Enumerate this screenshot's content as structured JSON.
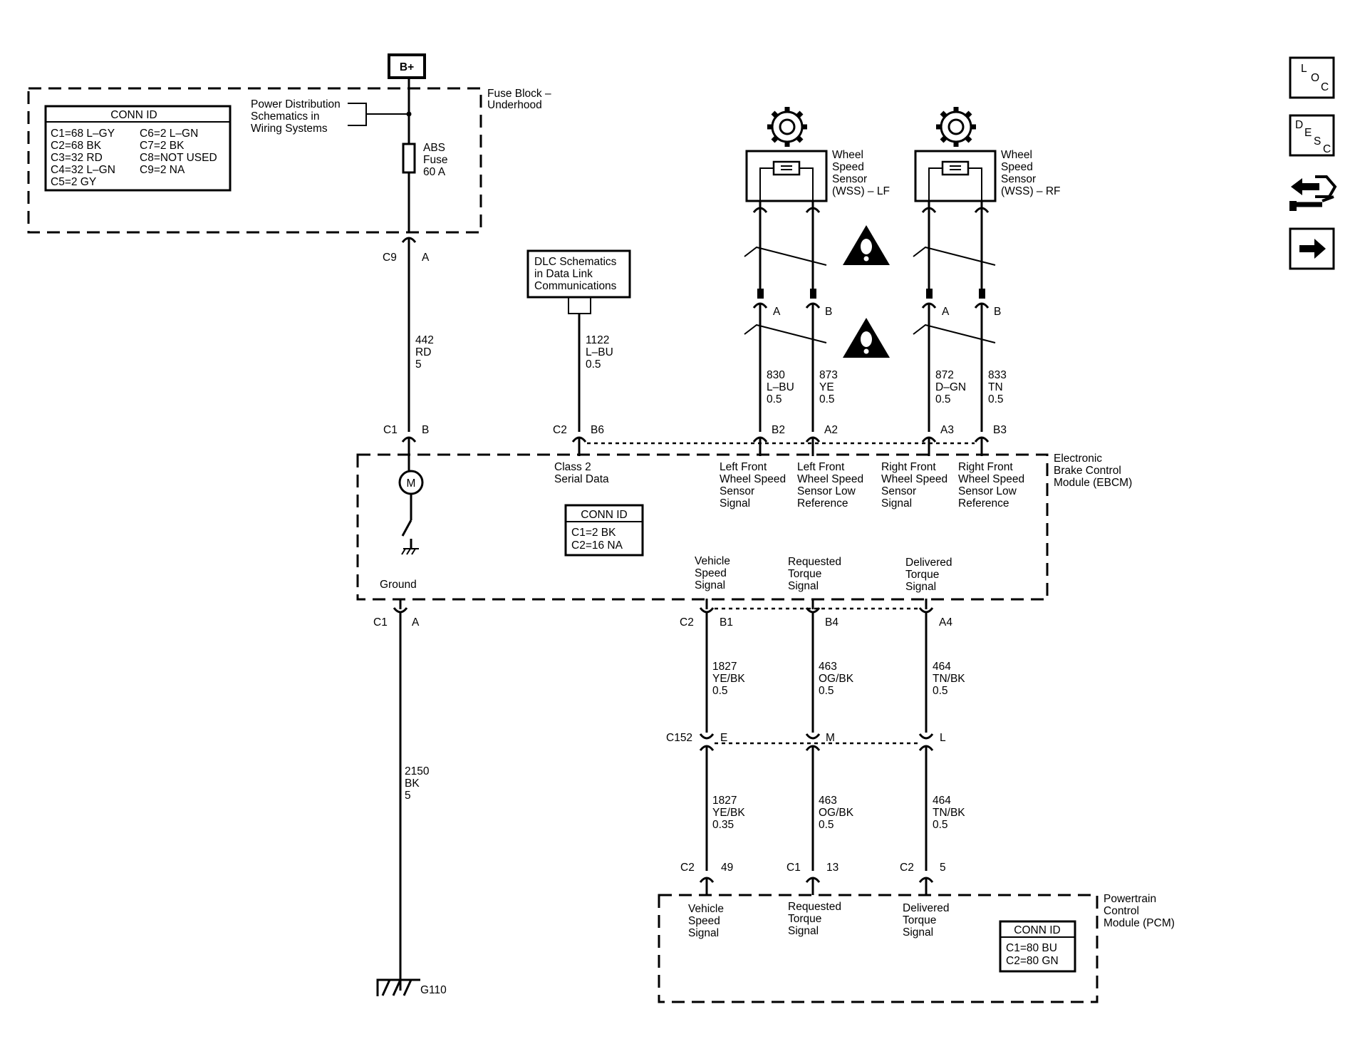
{
  "power": {
    "bplus": "B+"
  },
  "fuse_block": {
    "name_1": "Fuse Block –",
    "name_2": "Underhood",
    "conn_title": "CONN ID",
    "conn_left": [
      "C1=68 L–GY",
      "C2=68 BK",
      "C3=32 RD",
      "C4=32 L–GN",
      "C5=2 GY"
    ],
    "conn_right": [
      "C6=2 L–GN",
      "C7=2 BK",
      "C8=NOT USED",
      "C9=2 NA"
    ],
    "pd_ref": [
      "Power Distribution",
      "Schematics in",
      "Wiring Systems"
    ],
    "fuse_label": [
      "ABS",
      "Fuse",
      "60 A"
    ],
    "conn": "C9",
    "pin": "A"
  },
  "wire_442": [
    "442",
    "RD",
    "5"
  ],
  "dlc": {
    "ref": [
      "DLC Schematics",
      "in Data Link",
      "Communications"
    ],
    "wire": [
      "1122",
      "L–BU",
      "0.5"
    ]
  },
  "wss_lf": {
    "label": [
      "Wheel",
      "Speed",
      "Sensor",
      "(WSS) – LF"
    ],
    "pin_a": "A",
    "pin_b": "B"
  },
  "wss_rf": {
    "label": [
      "Wheel",
      "Speed",
      "Sensor",
      "(WSS) – RF"
    ],
    "pin_a": "A",
    "pin_b": "B"
  },
  "sensor_wires": [
    [
      "830",
      "L–BU",
      "0.5"
    ],
    [
      "873",
      "YE",
      "0.5"
    ],
    [
      "872",
      "D–GN",
      "0.5"
    ],
    [
      "833",
      "TN",
      "0.5"
    ]
  ],
  "ebcm": {
    "name": [
      "Electronic",
      "Brake Control",
      "Module (EBCM)"
    ],
    "top_pins": [
      {
        "conn": "C1",
        "pin": "B"
      },
      {
        "conn": "C2",
        "pin": "B6"
      },
      {
        "conn": "",
        "pin": "B2"
      },
      {
        "conn": "",
        "pin": "A2"
      },
      {
        "conn": "",
        "pin": "A3"
      },
      {
        "conn": "",
        "pin": "B3"
      }
    ],
    "class2": [
      "Class 2",
      "Serial Data"
    ],
    "lf_sig": [
      "Left Front",
      "Wheel Speed",
      "Sensor",
      "Signal"
    ],
    "lf_ref": [
      "Left Front",
      "Wheel Speed",
      "Sensor Low",
      "Reference"
    ],
    "rf_sig": [
      "Right Front",
      "Wheel Speed",
      "Sensor",
      "Signal"
    ],
    "rf_ref": [
      "Right Front",
      "Wheel Speed",
      "Sensor Low",
      "Reference"
    ],
    "motor": "M",
    "conn_title": "CONN ID",
    "conn_items": [
      "C1=2 BK",
      "C2=16 NA"
    ],
    "ground": "Ground",
    "vss": [
      "Vehicle",
      "Speed",
      "Signal"
    ],
    "req": [
      "Requested",
      "Torque",
      "Signal"
    ],
    "del": [
      "Delivered",
      "Torque",
      "Signal"
    ],
    "bottom_pins": [
      {
        "conn": "C1",
        "pin": "A"
      },
      {
        "conn": "C2",
        "pin": "B1"
      },
      {
        "conn": "",
        "pin": "B4"
      },
      {
        "conn": "",
        "pin": "A4"
      }
    ]
  },
  "ground_wire": [
    "2150",
    "BK",
    "5"
  ],
  "ground_id": "G110",
  "upper_signal_wires": [
    [
      "1827",
      "YE/BK",
      "0.5"
    ],
    [
      "463",
      "OG/BK",
      "0.5"
    ],
    [
      "464",
      "TN/BK",
      "0.5"
    ]
  ],
  "c152": {
    "conn": "C152",
    "pins": [
      "E",
      "M",
      "L"
    ]
  },
  "lower_signal_wires": [
    [
      "1827",
      "YE/BK",
      "0.35"
    ],
    [
      "463",
      "OG/BK",
      "0.5"
    ],
    [
      "464",
      "TN/BK",
      "0.5"
    ]
  ],
  "pcm": {
    "name": [
      "Powertrain",
      "Control",
      "Module (PCM)"
    ],
    "pins": [
      {
        "conn": "C2",
        "pin": "49"
      },
      {
        "conn": "C1",
        "pin": "13"
      },
      {
        "conn": "C2",
        "pin": "5"
      }
    ],
    "vss": [
      "Vehicle",
      "Speed",
      "Signal"
    ],
    "req": [
      "Requested",
      "Torque",
      "Signal"
    ],
    "del": [
      "Delivered",
      "Torque",
      "Signal"
    ],
    "conn_title": "CONN ID",
    "conn_items": [
      "C1=80 BU",
      "C2=80 GN"
    ]
  },
  "nav": {
    "loc": [
      "L",
      "O",
      "C"
    ],
    "desc": [
      "D",
      "E",
      "S",
      "C"
    ]
  }
}
